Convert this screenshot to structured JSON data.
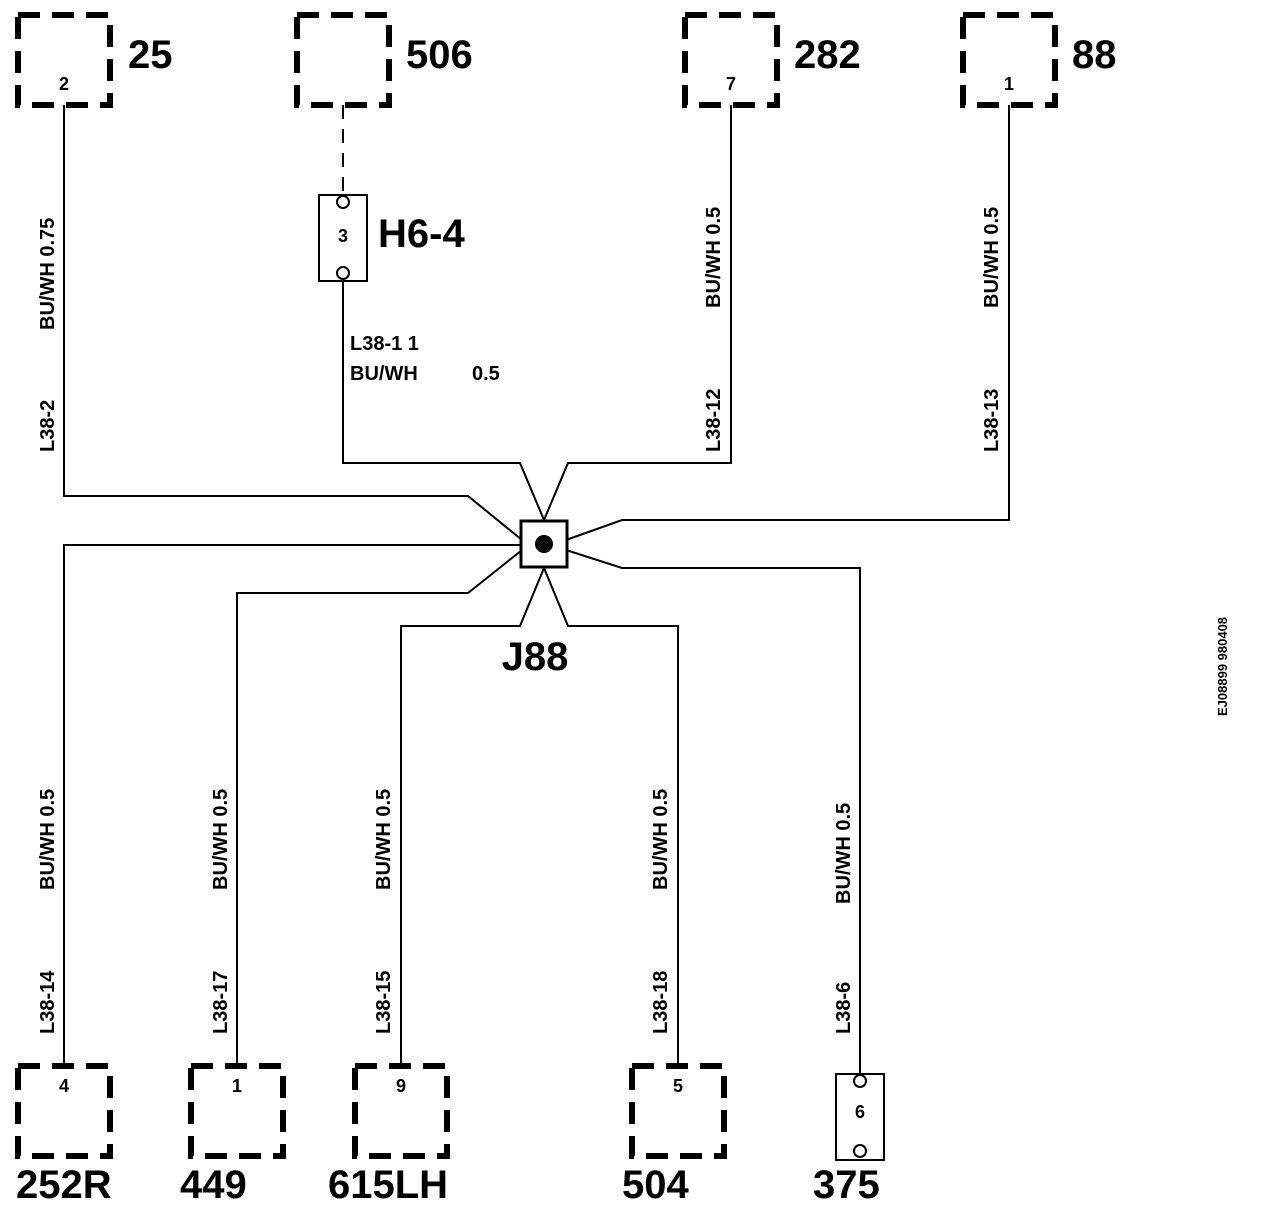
{
  "connectors_top": [
    {
      "id": "25",
      "pin": "2"
    },
    {
      "id": "506",
      "pin": ""
    },
    {
      "id": "282",
      "pin": "7"
    },
    {
      "id": "88",
      "pin": "1"
    }
  ],
  "connectors_bottom": [
    {
      "id": "252R",
      "pin": "4"
    },
    {
      "id": "449",
      "pin": "1"
    },
    {
      "id": "615LH",
      "pin": "9"
    },
    {
      "id": "504",
      "pin": "5"
    }
  ],
  "inline_connectors": [
    {
      "id": "H6-4",
      "pin": "3"
    },
    {
      "id": "375",
      "pin": "6"
    }
  ],
  "splice": {
    "id": "J88"
  },
  "wires": [
    {
      "circuit": "L38-2",
      "spec": "BU/WH 0.75"
    },
    {
      "circuit": "L38-12",
      "spec": "BU/WH 0.5"
    },
    {
      "circuit": "L38-13",
      "spec": "BU/WH 0.5"
    },
    {
      "circuit": "L38-14",
      "spec": "BU/WH 0.5"
    },
    {
      "circuit": "L38-17",
      "spec": "BU/WH 0.5"
    },
    {
      "circuit": "L38-15",
      "spec": "BU/WH 0.5"
    },
    {
      "circuit": "L38-18",
      "spec": "BU/WH 0.5"
    },
    {
      "circuit": "L38-6",
      "spec": "BU/WH 0.5"
    }
  ],
  "h6_wire": {
    "line1": "L38-1  1",
    "line2_a": "BU/WH",
    "line2_b": "0.5"
  },
  "doc_id": "EJ08899 980408"
}
